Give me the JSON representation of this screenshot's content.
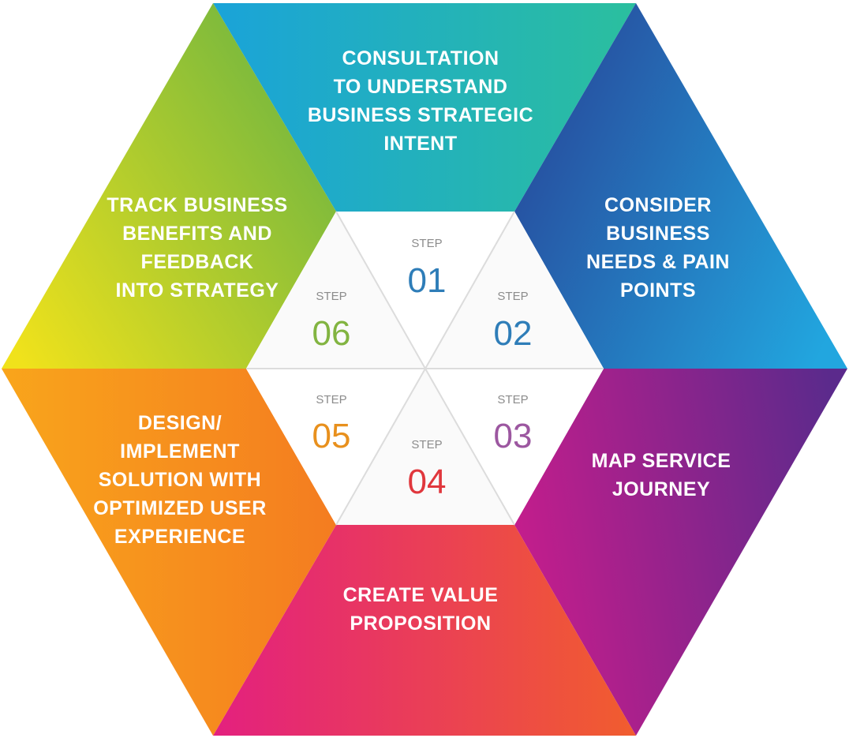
{
  "steps": [
    {
      "id": "01",
      "step_word": "STEP",
      "number": "01",
      "number_color": "#2e7db8",
      "label_lines": [
        "CONSULTATION",
        "TO UNDERSTAND",
        "BUSINESS STRATEGIC",
        "INTENT"
      ],
      "gradient": [
        "#1aa3d9",
        "#2bbf9e"
      ]
    },
    {
      "id": "02",
      "step_word": "STEP",
      "number": "02",
      "number_color": "#2e7db8",
      "label_lines": [
        "CONSIDER",
        "BUSINESS",
        "NEEDS & PAIN",
        "POINTS"
      ],
      "gradient": [
        "#274a9c",
        "#22a6df"
      ]
    },
    {
      "id": "03",
      "step_word": "STEP",
      "number": "03",
      "number_color": "#9c57a0",
      "label_lines": [
        "MAP SERVICE",
        "JOURNEY"
      ],
      "gradient": [
        "#c51d8c",
        "#5b2a8c"
      ]
    },
    {
      "id": "04",
      "step_word": "STEP",
      "number": "04",
      "number_color": "#e0373d",
      "label_lines": [
        "CREATE VALUE",
        "PROPOSITION"
      ],
      "gradient": [
        "#e3207f",
        "#f15d2e"
      ]
    },
    {
      "id": "05",
      "step_word": "STEP",
      "number": "05",
      "number_color": "#e8901d",
      "label_lines": [
        "DESIGN/",
        "IMPLEMENT",
        "SOLUTION WITH",
        "OPTIMIZED USER",
        "EXPERIENCE"
      ],
      "gradient": [
        "#f9a51b",
        "#f47c20"
      ]
    },
    {
      "id": "06",
      "step_word": "STEP",
      "number": "06",
      "number_color": "#82b441",
      "label_lines": [
        "TRACK BUSINESS",
        "BENEFITS AND",
        "FEEDBACK",
        "INTO STRATEGY"
      ],
      "gradient": [
        "#f0e21b",
        "#6cb441"
      ]
    }
  ]
}
